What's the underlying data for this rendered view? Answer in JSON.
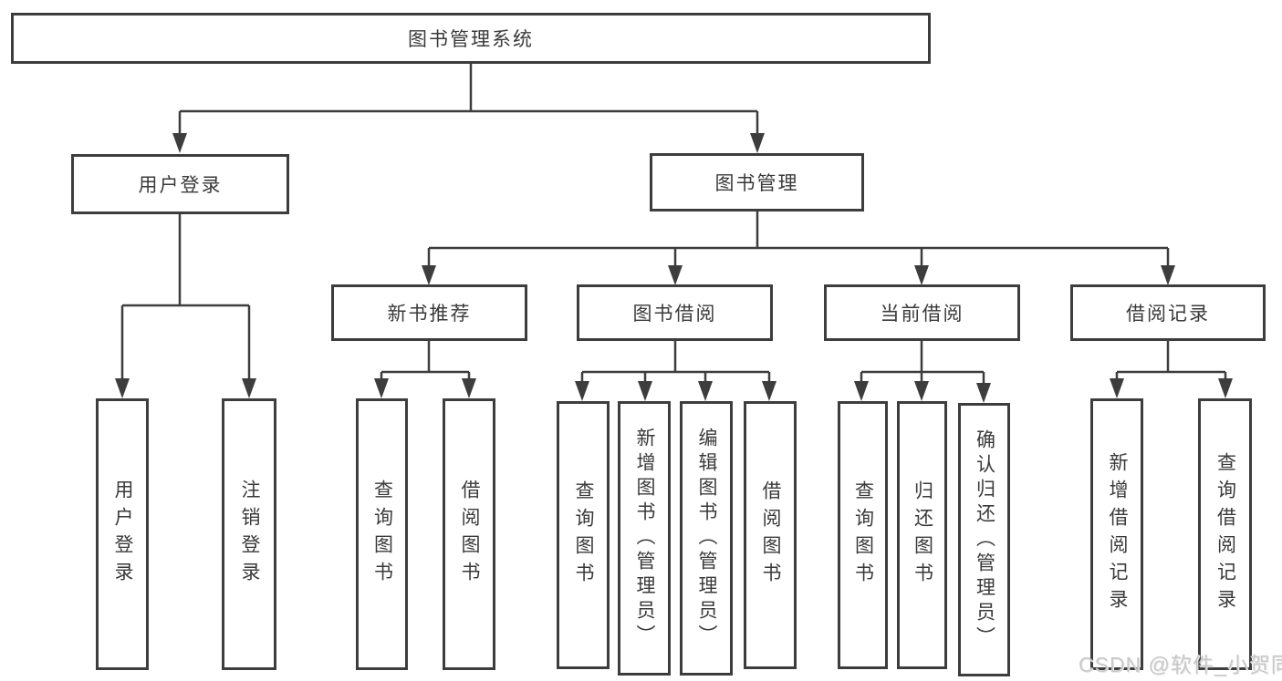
{
  "root": {
    "label": "图书管理系统"
  },
  "branches": {
    "user_login": {
      "label": "用户登录",
      "children": [
        {
          "label": "用户登录"
        },
        {
          "label": "注销登录"
        }
      ]
    },
    "book_mgmt": {
      "label": "图书管理",
      "children": [
        {
          "label": "新书推荐",
          "children": [
            {
              "label": "查询图书"
            },
            {
              "label": "借阅图书"
            }
          ]
        },
        {
          "label": "图书借阅",
          "children": [
            {
              "label": "查询图书"
            },
            {
              "label": "新增图书（管理员）"
            },
            {
              "label": "编辑图书（管理员）"
            },
            {
              "label": "借阅图书"
            }
          ]
        },
        {
          "label": "当前借阅",
          "children": [
            {
              "label": "查询图书"
            },
            {
              "label": "归还图书"
            },
            {
              "label": "确认归还（管理员）"
            }
          ]
        },
        {
          "label": "借阅记录",
          "children": [
            {
              "label": "新增借阅记录"
            },
            {
              "label": "查询借阅记录"
            }
          ]
        }
      ]
    }
  },
  "watermark": {
    "text": "CSDN @软件_小贺同学"
  },
  "colors": {
    "line": "#3d3d3d",
    "box_border": "#3d3d3d",
    "text": "#3a3a3a",
    "watermark": "#c9c9c9",
    "background": "#ffffff"
  }
}
